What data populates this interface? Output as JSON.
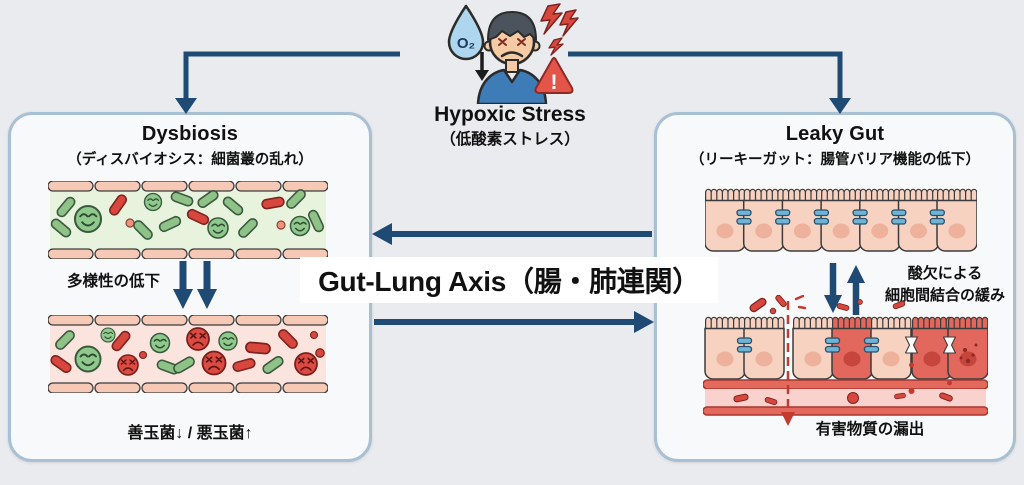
{
  "diagram": {
    "hypoxic": {
      "title": "Hypoxic Stress",
      "subtitle": "（低酸素ストレス）",
      "o2": "O₂",
      "warning_mark": "!"
    },
    "left": {
      "title": "Dysbiosis",
      "subtitle": "（ディスバイオシス：細菌叢の乱れ）",
      "middle_label": "多様性の低下",
      "bottom_label": "善玉菌↓ / 悪玉菌↑"
    },
    "center": {
      "axis_label": "Gut-Lung Axis（腸・肺連関）"
    },
    "right": {
      "title": "Leaky Gut",
      "subtitle": "（リーキーガット：腸管バリア機能の低下）",
      "middle_line1": "酸欠による",
      "middle_line2": "細胞間結合の緩み",
      "bottom_label": "有害物質の漏出"
    },
    "colors": {
      "background": "#e9ebee",
      "panel_bg": "#f7f9fa",
      "panel_border": "#a8c0d4",
      "arrow_navy": "#1f4a74",
      "bacteria_green": "#8fca8c",
      "bacteria_red": "#d8473e",
      "healthy_band_bg": "#e8f3dd",
      "dysbiotic_band_bg": "#fbe3de",
      "epithelium_cell_pink": "#f7d2c1",
      "inflamed_cell_red": "#e2675c",
      "tight_junction_blue": "#6fb3d6",
      "leak_red": "#c43a30",
      "white_strip": "#ffffff"
    }
  }
}
